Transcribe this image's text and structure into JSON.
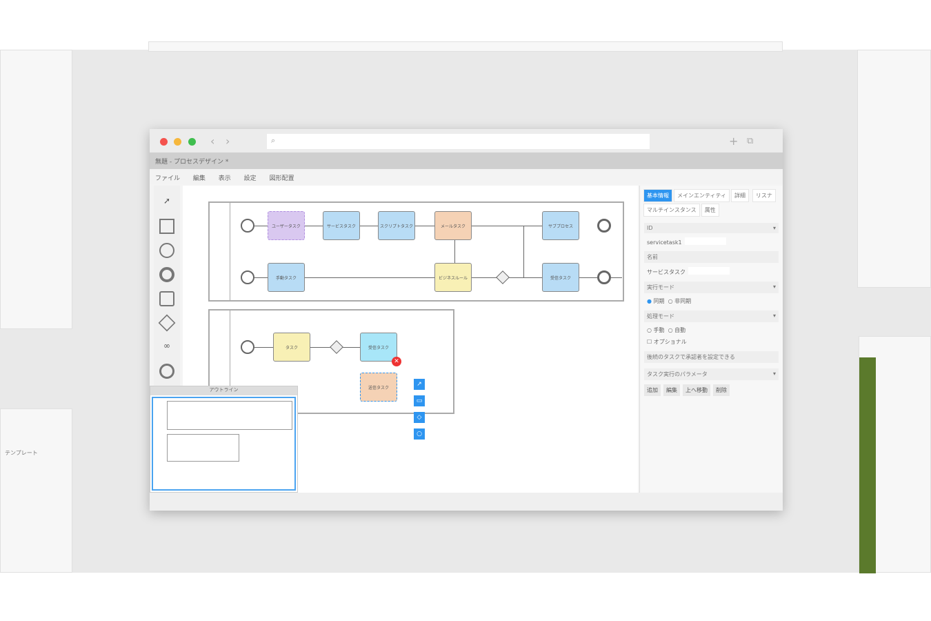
{
  "window": {
    "title": "無題 - プロセスデザイン *"
  },
  "menu": [
    "ファイル",
    "編集",
    "表示",
    "設定",
    "図形配置"
  ],
  "colors": {
    "accent": "#2e95f0",
    "purple": "#d9c8f0",
    "blue": "#b8dcf5",
    "orange": "#f5d2b5",
    "yellow": "#f8f0b5",
    "cyan": "#a8e6f8"
  },
  "diagram": {
    "pool1": {
      "tasks": [
        "ユーザータスク",
        "サービスタスク",
        "スクリプトタスク",
        "メールタスク",
        "手動タスク",
        "ビジネスルール",
        "受信タスク",
        "サブプロセス"
      ],
      "events": [
        "開始",
        "終了"
      ]
    },
    "pool2": {
      "tasks": [
        "タスク",
        "受信タスク",
        "送信タスク"
      ]
    }
  },
  "properties": {
    "tabs": [
      "基本情報",
      "メインエンティティ",
      "詳細",
      "リスナ",
      "マルチインスタンス",
      "属性"
    ],
    "id_label": "ID",
    "id_value": "servicetask1",
    "name_label": "名前",
    "name_value": "サービスタスク",
    "exec_mode_label": "実行モード",
    "exec_options": [
      "同期",
      "非同期"
    ],
    "proc_mode_label": "処理モード",
    "proc_options": [
      "手動",
      "自動"
    ],
    "optional_label": "オプショナル",
    "note": "後続のタスクで承認者を設定できる",
    "params_label": "タスク実行のパラメータ",
    "buttons": [
      "追加",
      "編集",
      "上へ移動",
      "削除"
    ]
  },
  "minimap": {
    "title": "アウトライン"
  },
  "ghost": {
    "left_label": "テンプレート"
  }
}
